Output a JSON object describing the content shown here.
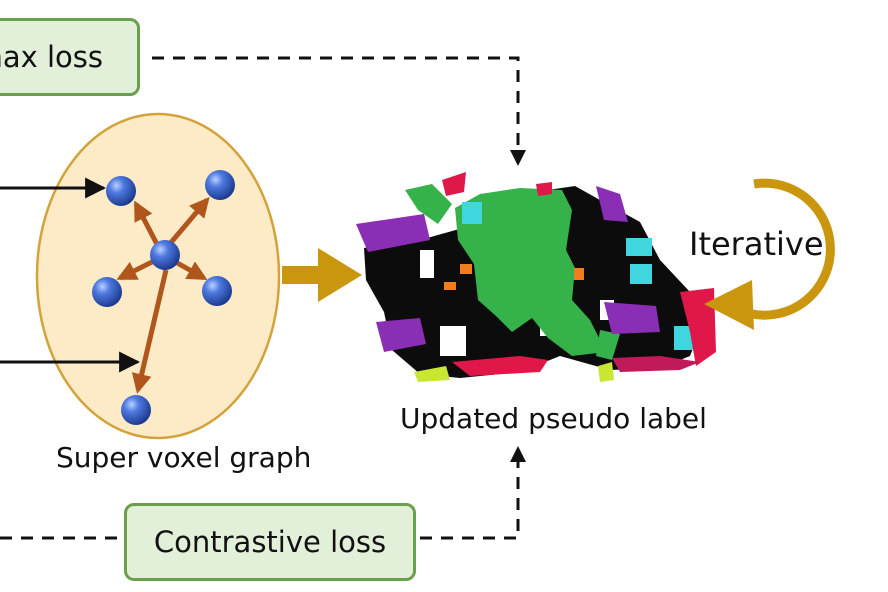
{
  "labels": {
    "top_loss": "max loss",
    "bottom_loss": "Contrastive loss",
    "graph": "Super voxel graph",
    "updated": "Updated pseudo label",
    "iterative": "Iterative"
  },
  "colors": {
    "box_fill": "#e2efd9",
    "box_border": "#6a9f4c",
    "ellipse_fill": "#fdebc8",
    "ellipse_border": "#d4a23a",
    "node": "#2f57c9",
    "edge": "#b0561d",
    "big_arrow": "#c9960e",
    "dashed": "#111111"
  },
  "icons": {
    "graph_nodes": "sphere-node-icon",
    "point_cloud": "point-cloud-icon",
    "loop": "circular-arrow-icon"
  }
}
